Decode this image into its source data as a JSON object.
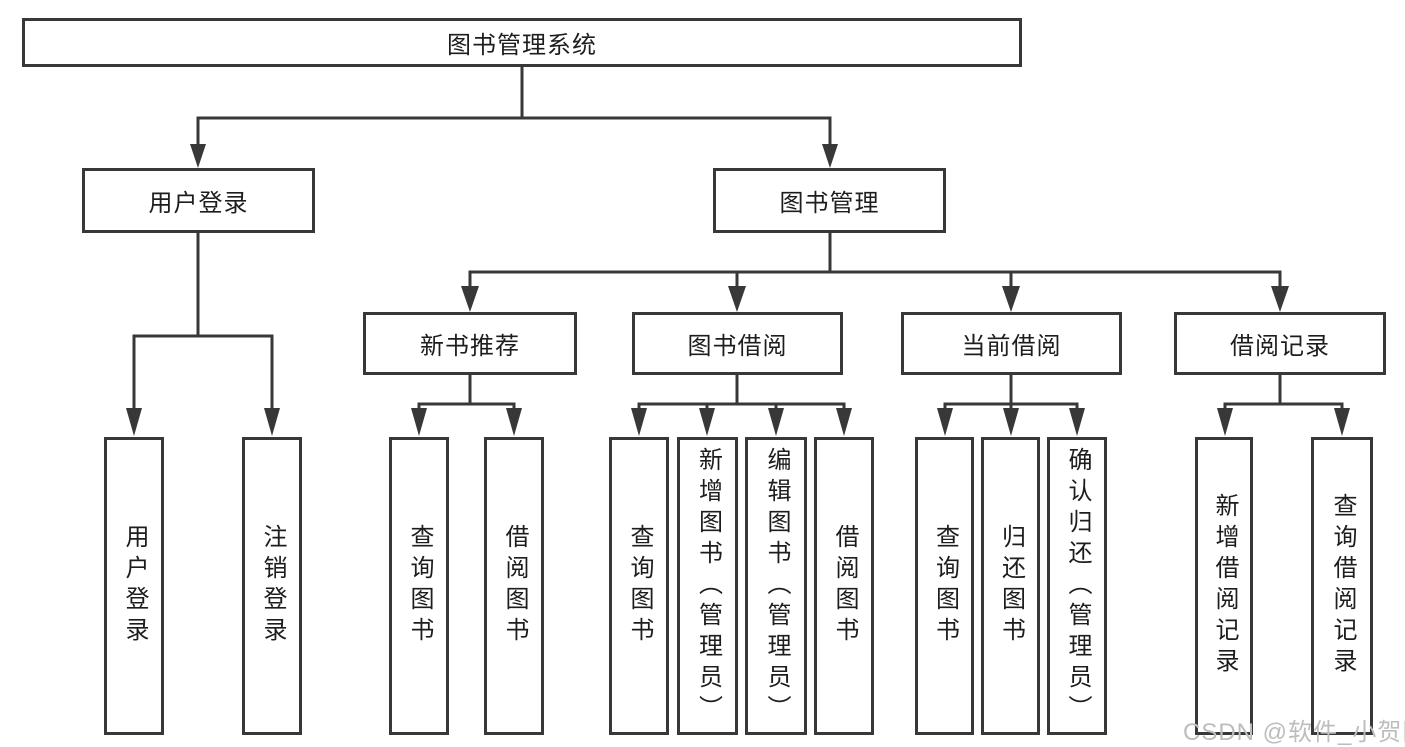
{
  "tree": {
    "root": {
      "label": "图书管理系统"
    },
    "children": [
      {
        "label": "用户登录",
        "children": [
          {
            "label": "用户登录"
          },
          {
            "label": "注销登录"
          }
        ]
      },
      {
        "label": "图书管理",
        "children": [
          {
            "label": "新书推荐",
            "children": [
              {
                "label": "查询图书"
              },
              {
                "label": "借阅图书"
              }
            ]
          },
          {
            "label": "图书借阅",
            "children": [
              {
                "label": "查询图书"
              },
              {
                "label": "新增图书（管理员）"
              },
              {
                "label": "编辑图书（管理员）"
              },
              {
                "label": "借阅图书"
              }
            ]
          },
          {
            "label": "当前借阅",
            "children": [
              {
                "label": "查询图书"
              },
              {
                "label": "归还图书"
              },
              {
                "label": "确认归还（管理员）"
              }
            ]
          },
          {
            "label": "借阅记录",
            "children": [
              {
                "label": "新增借阅记录"
              },
              {
                "label": "查询借阅记录"
              }
            ]
          }
        ]
      }
    ]
  },
  "watermark": {
    "text": "CSDN @软件_小贺同学"
  },
  "colors": {
    "line": "#383838",
    "text": "#1d1d1d",
    "watermark": "#bdbdbd",
    "background": "#ffffff"
  }
}
